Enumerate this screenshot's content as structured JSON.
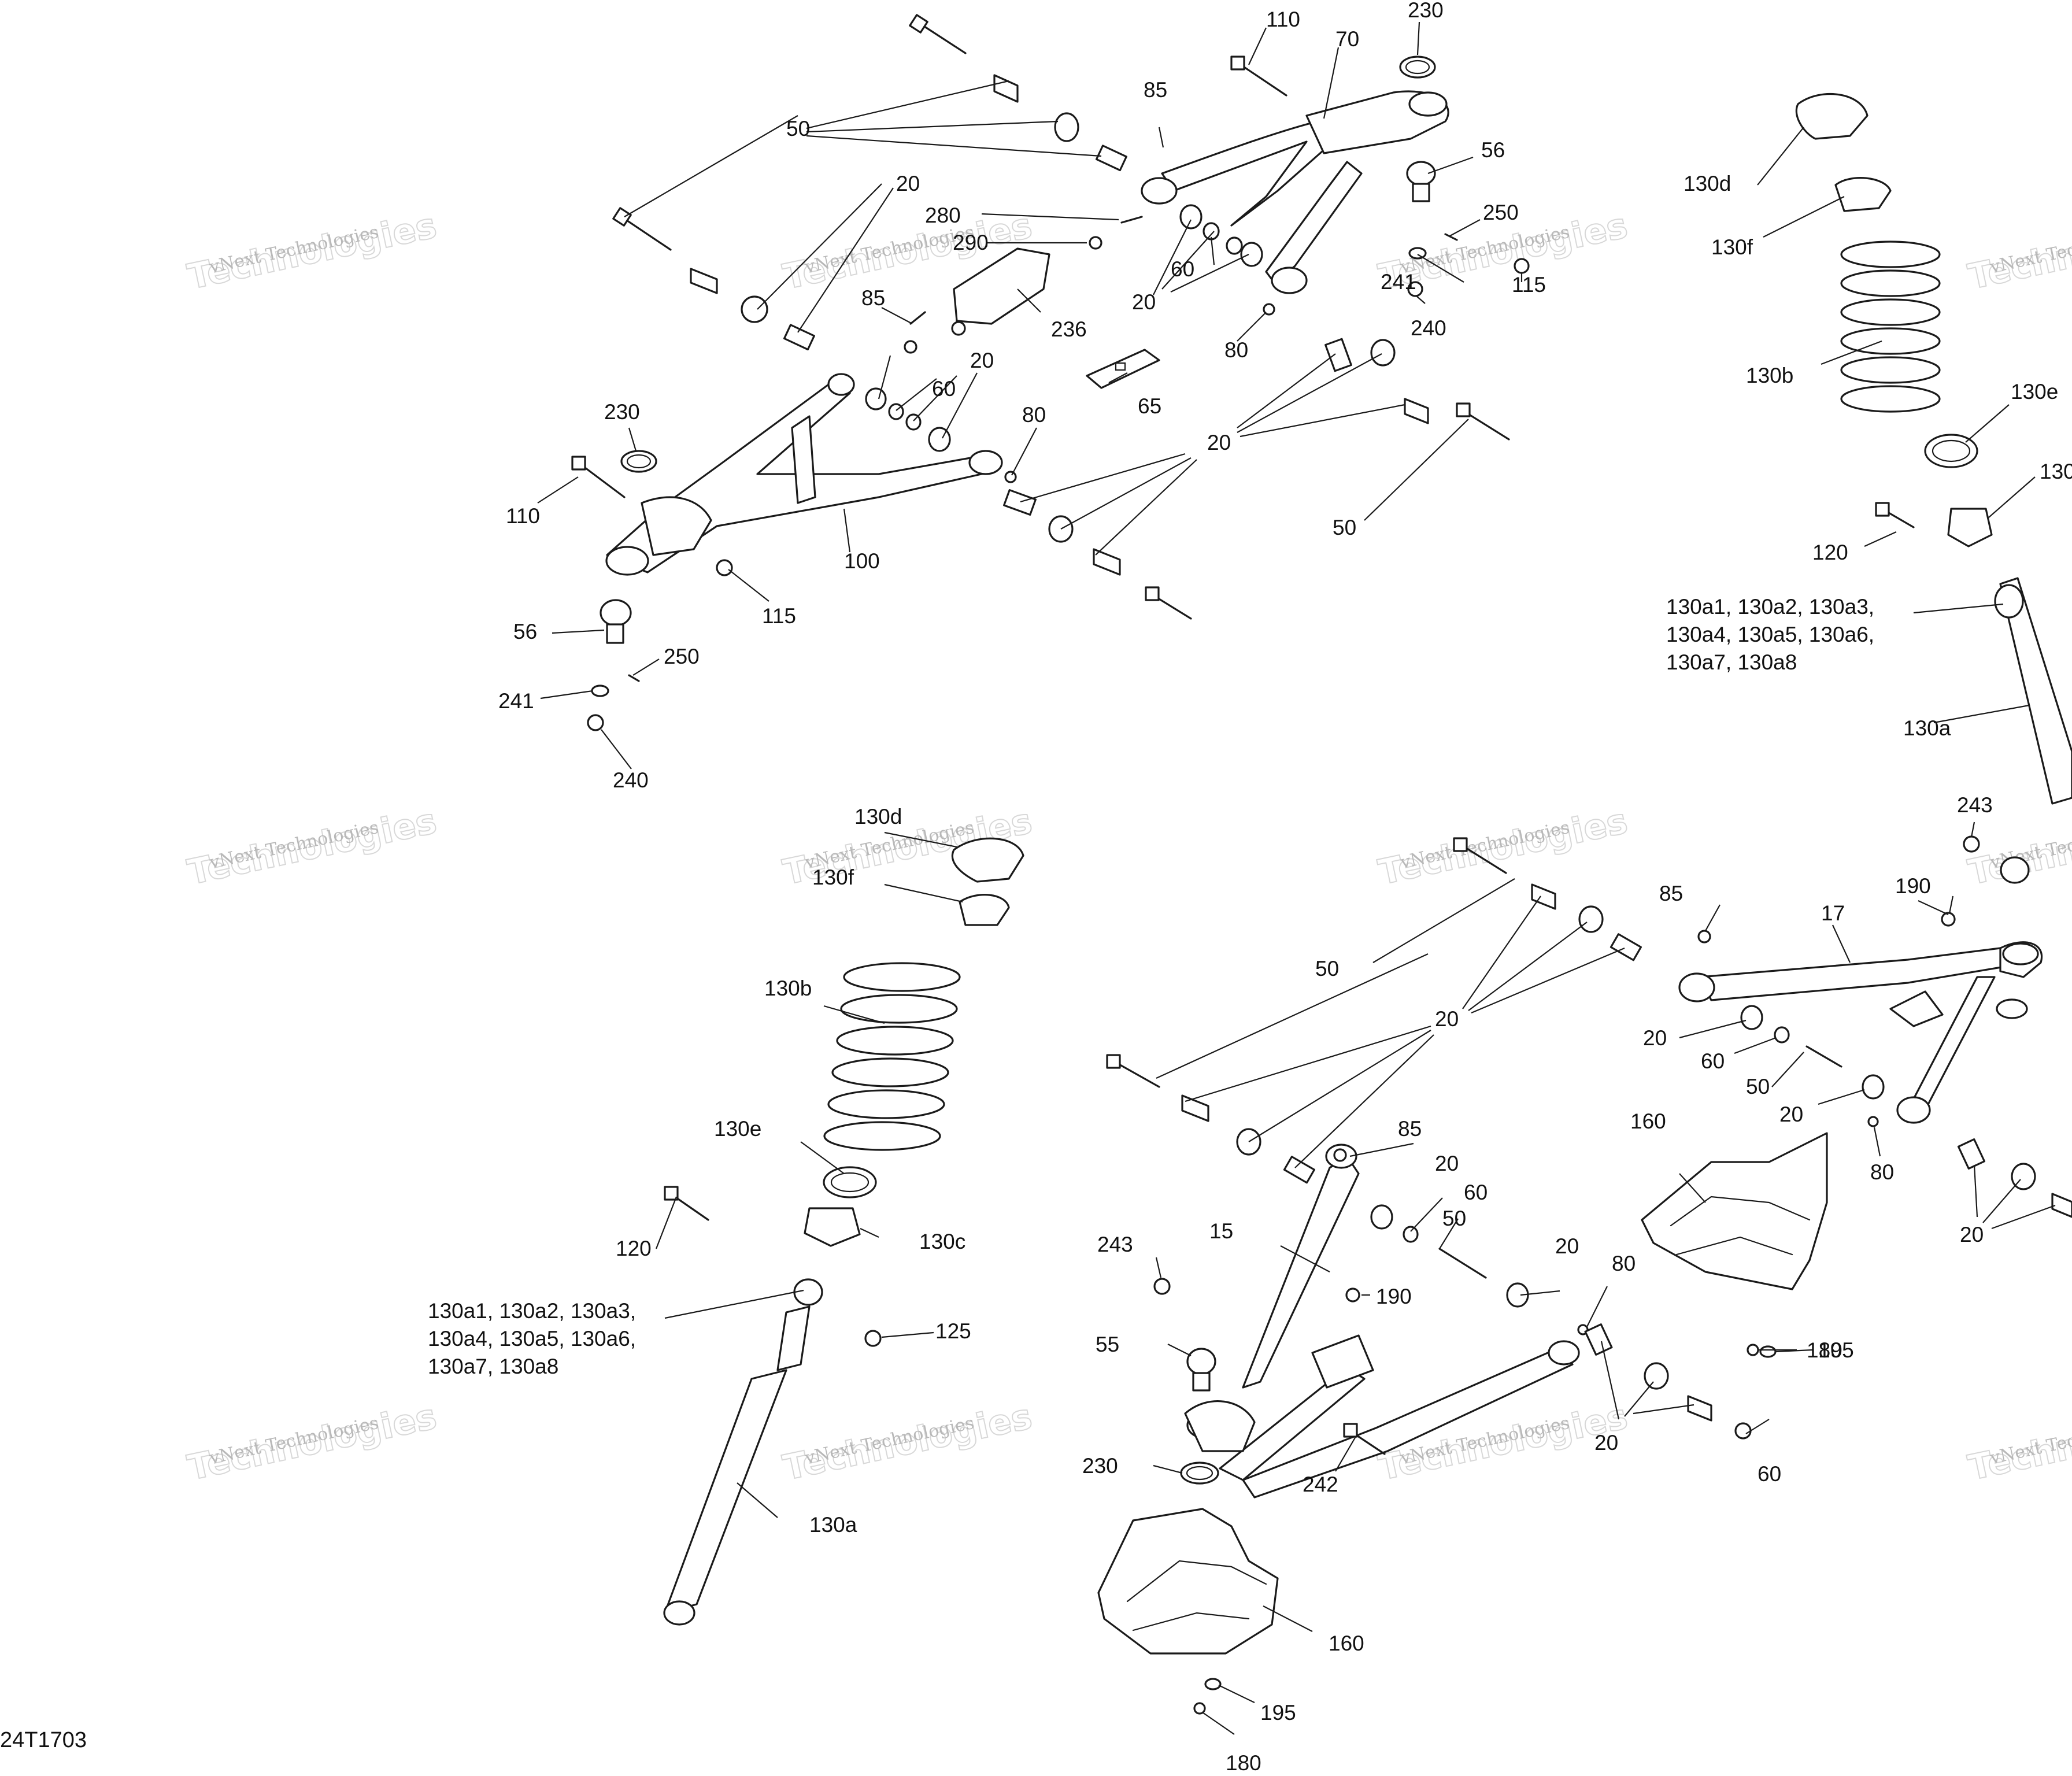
{
  "drawing_id": "24T1703",
  "watermark": {
    "line1": "vNext Technologies",
    "line2": "Technologies",
    "line3": "vNext"
  },
  "callouts": [
    {
      "id": "c1",
      "text": "110"
    },
    {
      "id": "c2",
      "text": "230"
    },
    {
      "id": "c3",
      "text": "70"
    },
    {
      "id": "c4",
      "text": "50"
    },
    {
      "id": "c5",
      "text": "85"
    },
    {
      "id": "c6",
      "text": "56"
    },
    {
      "id": "c7",
      "text": "20"
    },
    {
      "id": "c8",
      "text": "280"
    },
    {
      "id": "c9",
      "text": "290"
    },
    {
      "id": "c10",
      "text": "250"
    },
    {
      "id": "c11",
      "text": "60"
    },
    {
      "id": "c12",
      "text": "20"
    },
    {
      "id": "c13",
      "text": "241"
    },
    {
      "id": "c14",
      "text": "115"
    },
    {
      "id": "c15",
      "text": "85"
    },
    {
      "id": "c16",
      "text": "236"
    },
    {
      "id": "c17",
      "text": "240"
    },
    {
      "id": "c18",
      "text": "20"
    },
    {
      "id": "c19",
      "text": "80"
    },
    {
      "id": "c20",
      "text": "60"
    },
    {
      "id": "c21",
      "text": "230"
    },
    {
      "id": "c22",
      "text": "65"
    },
    {
      "id": "c23",
      "text": "80"
    },
    {
      "id": "c24",
      "text": "20"
    },
    {
      "id": "c25",
      "text": "110"
    },
    {
      "id": "c26",
      "text": "100"
    },
    {
      "id": "c27",
      "text": "50"
    },
    {
      "id": "c28",
      "text": "56"
    },
    {
      "id": "c29",
      "text": "115"
    },
    {
      "id": "c30",
      "text": "250"
    },
    {
      "id": "c31",
      "text": "241"
    },
    {
      "id": "c32",
      "text": "240"
    },
    {
      "id": "c33",
      "text": "130d"
    },
    {
      "id": "c34",
      "text": "130f"
    },
    {
      "id": "c35",
      "text": "130b"
    },
    {
      "id": "c36",
      "text": "130e"
    },
    {
      "id": "c37",
      "text": "130"
    },
    {
      "id": "c38",
      "text": "120"
    },
    {
      "id": "c39",
      "text": "130a1, 130a2, 130a3,"
    },
    {
      "id": "c40",
      "text": "130a4, 130a5, 130a6,"
    },
    {
      "id": "c41",
      "text": "130a7, 130a8"
    },
    {
      "id": "c42",
      "text": "130a"
    },
    {
      "id": "c43",
      "text": "243"
    },
    {
      "id": "c44",
      "text": "130d"
    },
    {
      "id": "c45",
      "text": "130f"
    },
    {
      "id": "c46",
      "text": "130b"
    },
    {
      "id": "c47",
      "text": "130e"
    },
    {
      "id": "c48",
      "text": "130c"
    },
    {
      "id": "c49",
      "text": "120"
    },
    {
      "id": "c50",
      "text": "130a1, 130a2, 130a3,"
    },
    {
      "id": "c51",
      "text": "130a4, 130a5, 130a6,"
    },
    {
      "id": "c52",
      "text": "130a7, 130a8"
    },
    {
      "id": "c53",
      "text": "125"
    },
    {
      "id": "c54",
      "text": "130a"
    },
    {
      "id": "c55",
      "text": "50"
    },
    {
      "id": "c56",
      "text": "20"
    },
    {
      "id": "c57",
      "text": "85"
    },
    {
      "id": "c58",
      "text": "190"
    },
    {
      "id": "c59",
      "text": "17"
    },
    {
      "id": "c60",
      "text": "20"
    },
    {
      "id": "c61",
      "text": "60"
    },
    {
      "id": "c62",
      "text": "50"
    },
    {
      "id": "c63",
      "text": "20"
    },
    {
      "id": "c64",
      "text": "160"
    },
    {
      "id": "c65",
      "text": "80"
    },
    {
      "id": "c66",
      "text": "20"
    },
    {
      "id": "c67",
      "text": "85"
    },
    {
      "id": "c68",
      "text": "20"
    },
    {
      "id": "c69",
      "text": "60"
    },
    {
      "id": "c70",
      "text": "15"
    },
    {
      "id": "c71",
      "text": "50"
    },
    {
      "id": "c72",
      "text": "243"
    },
    {
      "id": "c73",
      "text": "20"
    },
    {
      "id": "c74",
      "text": "190"
    },
    {
      "id": "c75",
      "text": "80"
    },
    {
      "id": "c76",
      "text": "55"
    },
    {
      "id": "c77",
      "text": "195"
    },
    {
      "id": "c78",
      "text": "180"
    },
    {
      "id": "c79",
      "text": "20"
    },
    {
      "id": "c80",
      "text": "230"
    },
    {
      "id": "c81",
      "text": "242"
    },
    {
      "id": "c82",
      "text": "60"
    },
    {
      "id": "c83",
      "text": "160"
    },
    {
      "id": "c84",
      "text": "195"
    },
    {
      "id": "c85",
      "text": "180"
    }
  ]
}
